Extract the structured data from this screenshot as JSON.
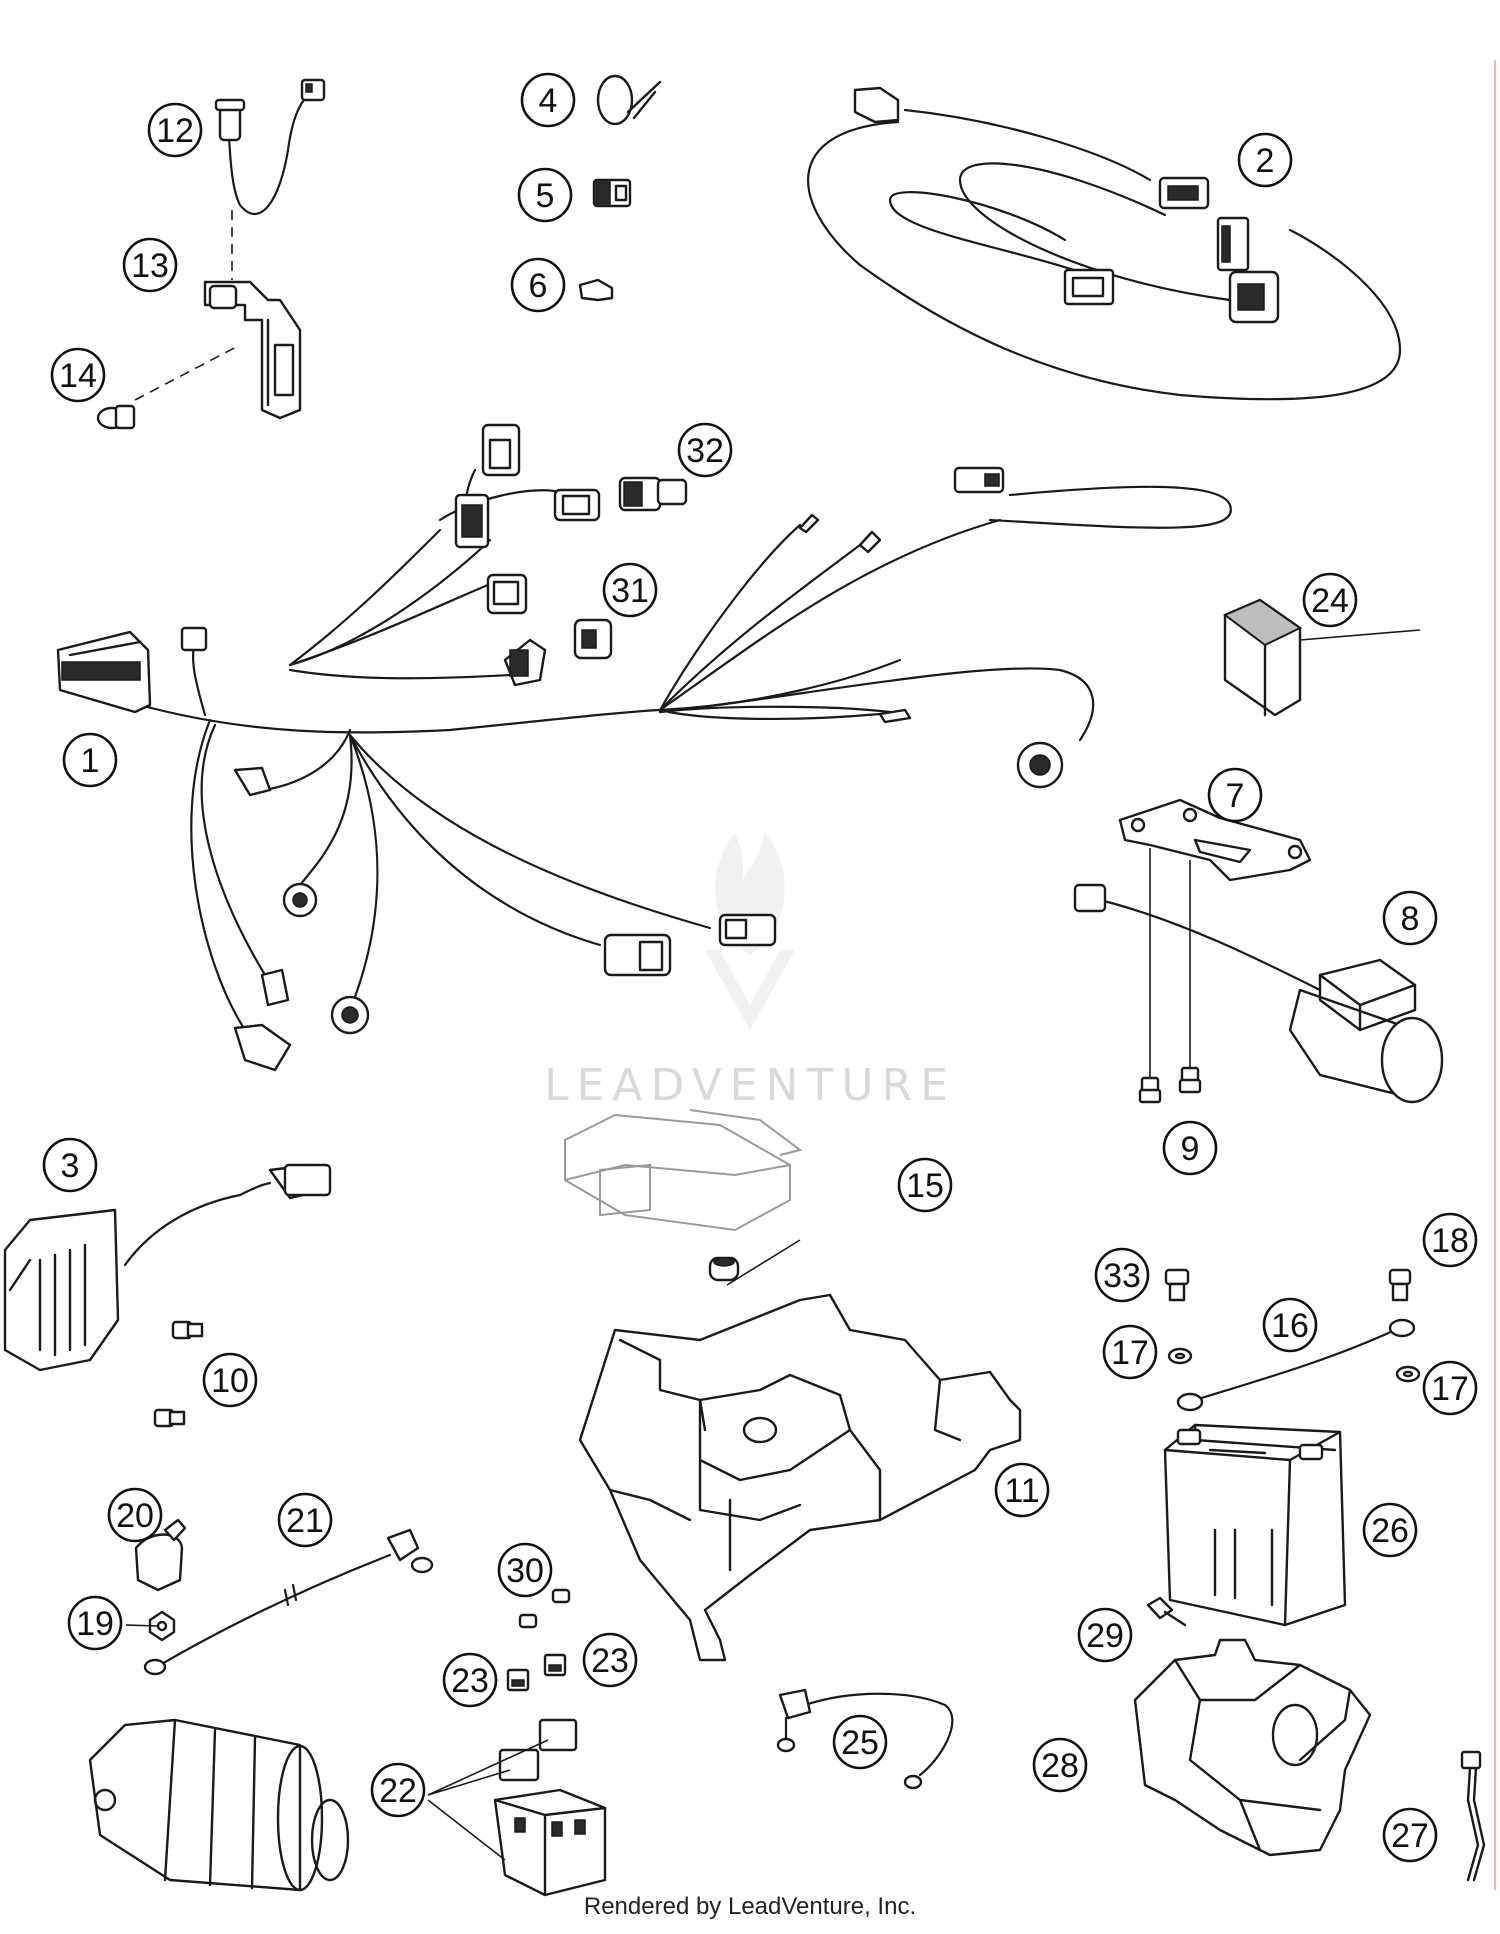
{
  "callouts": [
    {
      "id": "c1",
      "label": "1"
    },
    {
      "id": "c2",
      "label": "2"
    },
    {
      "id": "c3",
      "label": "3"
    },
    {
      "id": "c4",
      "label": "4"
    },
    {
      "id": "c5",
      "label": "5"
    },
    {
      "id": "c6",
      "label": "6"
    },
    {
      "id": "c7",
      "label": "7"
    },
    {
      "id": "c8",
      "label": "8"
    },
    {
      "id": "c9",
      "label": "9"
    },
    {
      "id": "c10",
      "label": "10"
    },
    {
      "id": "c11",
      "label": "11"
    },
    {
      "id": "c12",
      "label": "12"
    },
    {
      "id": "c13",
      "label": "13"
    },
    {
      "id": "c14",
      "label": "14"
    },
    {
      "id": "c15",
      "label": "15"
    },
    {
      "id": "c16",
      "label": "16"
    },
    {
      "id": "c17a",
      "label": "17"
    },
    {
      "id": "c17b",
      "label": "17"
    },
    {
      "id": "c18",
      "label": "18"
    },
    {
      "id": "c19",
      "label": "19"
    },
    {
      "id": "c20",
      "label": "20"
    },
    {
      "id": "c21",
      "label": "21"
    },
    {
      "id": "c22",
      "label": "22"
    },
    {
      "id": "c23a",
      "label": "23"
    },
    {
      "id": "c23b",
      "label": "23"
    },
    {
      "id": "c24",
      "label": "24"
    },
    {
      "id": "c25",
      "label": "25"
    },
    {
      "id": "c26",
      "label": "26"
    },
    {
      "id": "c27",
      "label": "27"
    },
    {
      "id": "c28",
      "label": "28"
    },
    {
      "id": "c29",
      "label": "29"
    },
    {
      "id": "c30",
      "label": "30"
    },
    {
      "id": "c31",
      "label": "31"
    },
    {
      "id": "c32",
      "label": "32"
    },
    {
      "id": "c33",
      "label": "33"
    }
  ],
  "watermark": "LEADVENTURE",
  "footer": "Rendered by LeadVenture, Inc."
}
